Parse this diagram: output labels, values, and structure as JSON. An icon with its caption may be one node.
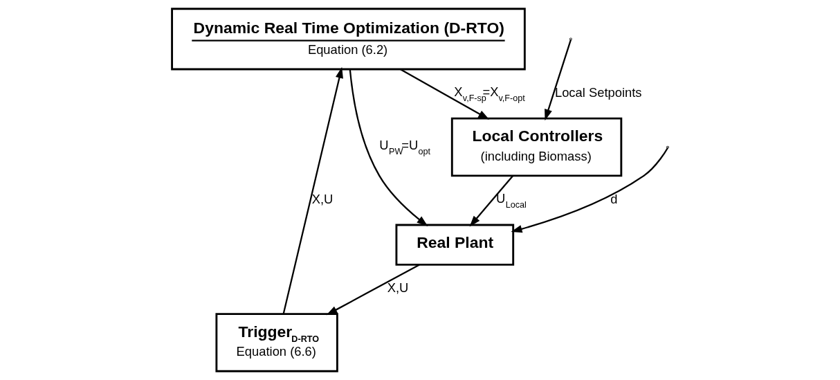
{
  "diagram": {
    "nodes": [
      {
        "text": [
          "Dynamic Real Time Optimization (D-RTO)",
          "Equation (6.2)"
        ]
      },
      {
        "text": [
          "Trigger$_{D-RTO}$",
          "Equation (6.6)"
        ]
      },
      {
        "text": [
          "Local Controllers",
          "(including Biomass)"
        ]
      },
      {
        "text": [
          "Real Plant"
        ]
      }
    ],
    "edges": [
      {
        "from": 0,
        "to": 3,
        "arrow": "to",
        "label": "U$_{PW}$=U$_{opt}$"
      },
      {
        "from": 0,
        "to": 2,
        "arrow": "to",
        "label": "X$_{v,F-sp}$=X$_{v,F-opt}$"
      },
      {
        "from": 2,
        "to": 3,
        "arrow": "to",
        "label": "U$_{Local}$"
      },
      {
        "from": null,
        "to": 3,
        "arrow": "to",
        "label": "d"
      },
      {
        "from": 3,
        "to": 1,
        "arrow": "to",
        "label": "X,U"
      },
      {
        "from": 1,
        "to": 0,
        "arrow": "to",
        "label": "X,U"
      },
      {
        "from": null,
        "to": 2,
        "arrow": "to",
        "label": "Local Setpoints"
      }
    ]
  }
}
